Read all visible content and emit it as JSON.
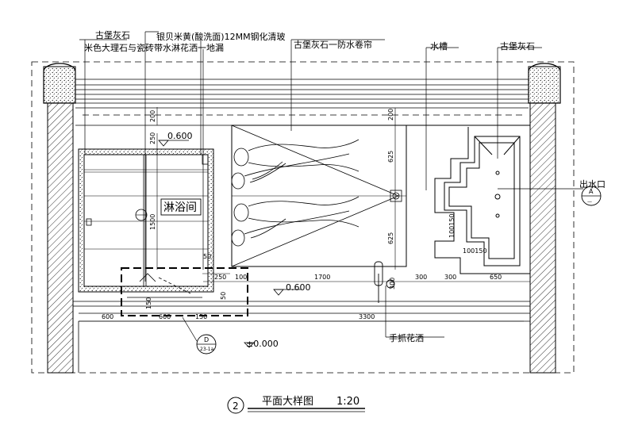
{
  "labels": {
    "gubao_stone_left": "古堡灰石",
    "beige_marble": "米色大理石与瓷砖带水淋花洒一地漏",
    "silver_glass": "银贝米黄(酸洗面)12MM钢化清玻",
    "gubao_waterproof": "古堡灰石一防水卷帘",
    "sink": "水槽",
    "gubao_stone_right": "古堡灰石",
    "outlet": "出水口",
    "shower_room": "淋浴间",
    "hand_shower": "手抓花洒"
  },
  "levels": {
    "level_1": "0.600",
    "level_2": "0.600",
    "level_3": "±0.000"
  },
  "dimensions": {
    "d200_top": "200",
    "d250": "250",
    "d1500": "1500",
    "d50_top": "50",
    "d150_left": "150",
    "d50_right": "50",
    "d200_mid_top": "200",
    "d625_top": "625",
    "d625_bottom": "625",
    "d300_v": "300",
    "d250_row": "250",
    "d100_row": "100",
    "d1700": "1700",
    "d300_a": "300",
    "d300_b": "300",
    "d650": "650",
    "d600_a": "600",
    "d600_b": "600",
    "d150_row": "150",
    "d3300": "3300",
    "d100_150_v": "100150",
    "d100_150_h": "100150"
  },
  "section_marks": {
    "a_letter": "A",
    "a_ref": "—",
    "d_letter": "D",
    "d_ref": "23-1a"
  },
  "title": {
    "number": "2",
    "text": "平面大样图",
    "scale": "1:20"
  }
}
